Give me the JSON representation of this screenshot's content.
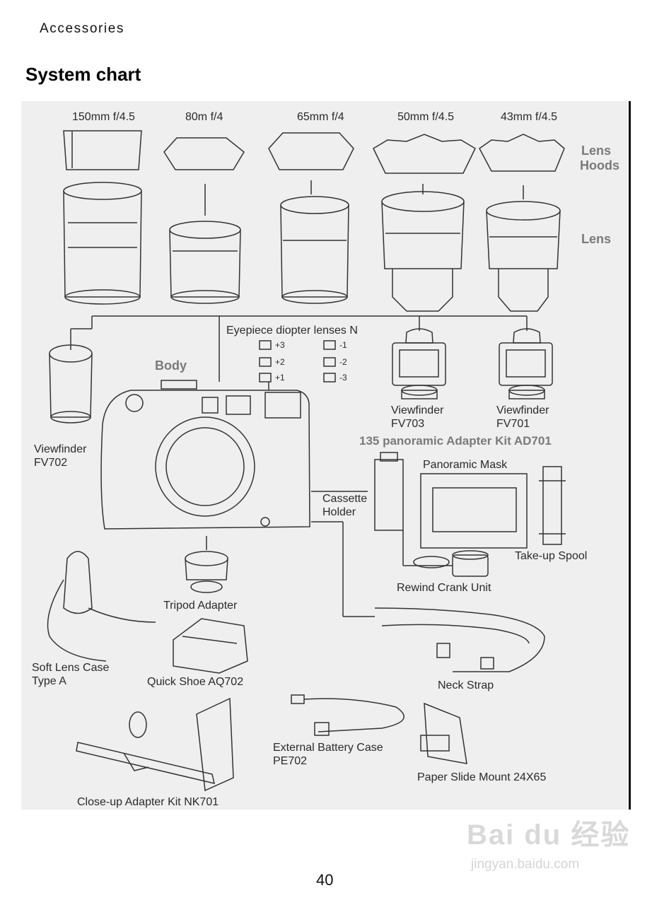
{
  "header": {
    "section": "Accessories",
    "title": "System chart"
  },
  "chart": {
    "hood_labels": [
      "150mm f/4.5",
      "80m f/4",
      "65mm f/4",
      "50mm f/4.5",
      "43mm f/4.5"
    ],
    "lens_hoods_line1": "Lens",
    "lens_hoods_line2": "Hoods",
    "lens": "Lens",
    "body": "Body",
    "eyepiece_title": "Eyepiece diopter lenses N",
    "diopters": [
      "+3",
      "+2",
      "+1",
      "-1",
      "-2",
      "-3"
    ],
    "fv702_line1": "Viewfinder",
    "fv702_line2": "FV702",
    "fv703_line1": "Viewfinder",
    "fv703_line2": "FV703",
    "fv701_line1": "Viewfinder",
    "fv701_line2": "FV701",
    "adapter_kit": "135 panoramic Adapter Kit AD701",
    "panoramic_mask": "Panoramic Mask",
    "cassette_line1": "Cassette",
    "cassette_line2": "Holder",
    "take_up_spool": "Take-up Spool",
    "rewind_crank": "Rewind Crank Unit",
    "tripod_adapter": "Tripod Adapter",
    "soft_case_line1": "Soft Lens Case",
    "soft_case_line2": "Type A",
    "quick_shoe": "Quick Shoe AQ702",
    "neck_strap": "Neck Strap",
    "battery_line1": "External Battery Case",
    "battery_line2": "PE702",
    "paper_slide": "Paper Slide Mount 24X65",
    "closeup_kit": "Close-up Adapter Kit NK701"
  },
  "watermark": {
    "logo": "Bai du 经验",
    "url": "jingyan.baidu.com"
  },
  "footer": {
    "page_number": "40"
  }
}
